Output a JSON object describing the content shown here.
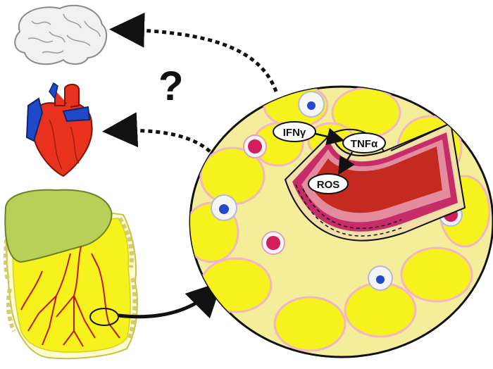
{
  "labels": {
    "question": "?",
    "ifn": "IFNγ",
    "tnf": "TNFα",
    "ros": "ROS"
  },
  "icons": {
    "brain": "brain-icon",
    "heart": "heart-icon",
    "gut": "intestine-mesentery-icon",
    "adipose": "adipose-tissue-icon",
    "vessel": "blood-vessel-icon"
  },
  "colors": {
    "adipocyte": "#f6f21e",
    "adipose_background": "#f4ee9a",
    "brain": "#f1f1f1",
    "heart_red": "#e8321e",
    "heart_blue": "#1f49c9",
    "liver": "#b8cf58",
    "mesenteric_vessel": "#c0170f",
    "vessel_lumen": "#c42a1f"
  }
}
